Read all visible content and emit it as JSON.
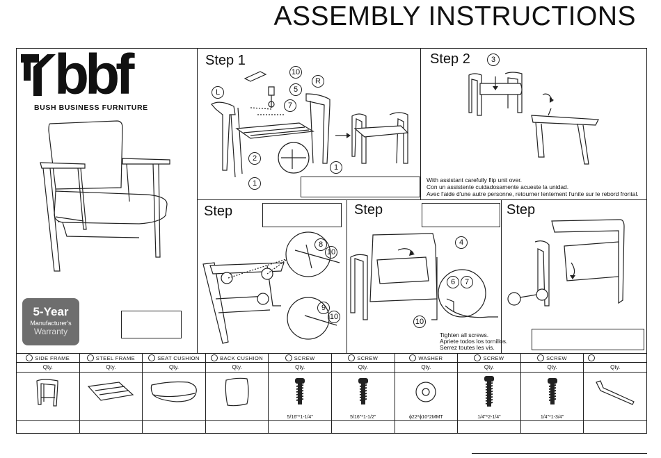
{
  "title": "ASSEMBLY INSTRUCTIONS",
  "brand": {
    "logo_text": "bbf",
    "name": "BUSH BUSINESS FURNITURE"
  },
  "warranty": {
    "years": "5-Year",
    "line1": "Manufacturer's",
    "line2": "Warranty"
  },
  "steps": {
    "step1": "Step 1",
    "step2": "Step 2",
    "step3": "Step",
    "step4": "Step",
    "step5": "Step"
  },
  "notes": {
    "flip_en": "With assistant carefully flip unit over.",
    "flip_es": "Con un assistente cuidadosamente acueste la unidad.",
    "flip_fr": "Avec l'aide d'une autre personne, retourner lentement l'unite sur le rebord frontal.",
    "tighten_en": "Tighten all screws.",
    "tighten_es": "Apriete todos los tornillos.",
    "tighten_fr": "Serrez toutes les vis."
  },
  "callouts": [
    "10",
    "5",
    "7",
    "L",
    "R",
    "2",
    "1",
    "1",
    "3",
    "8",
    "10",
    "9",
    "10",
    "4",
    "6",
    "7",
    "10"
  ],
  "parts": [
    {
      "name": "SIDE FRAME",
      "qty": "Qty.",
      "size": "",
      "icon": "side-frame-icon"
    },
    {
      "name": "STEEL FRAME",
      "qty": "Qty.",
      "size": "",
      "icon": "steel-frame-icon"
    },
    {
      "name": "SEAT CUSHION",
      "qty": "Qty.",
      "size": "",
      "icon": "seat-cushion-icon"
    },
    {
      "name": "BACK CUSHION",
      "qty": "Qty.",
      "size": "",
      "icon": "back-cushion-icon"
    },
    {
      "name": "SCREW",
      "qty": "Qty.",
      "size": "5/16\"*1-1/4\"",
      "icon": "screw-icon"
    },
    {
      "name": "SCREW",
      "qty": "Qty.",
      "size": "5/16\"*1-1/2\"",
      "icon": "screw-icon"
    },
    {
      "name": "WASHER",
      "qty": "Qty.",
      "size": "ϕ22*ϕ10*2MMT",
      "icon": "washer-icon"
    },
    {
      "name": "SCREW",
      "qty": "Qty.",
      "size": "1/4\"*2-1/4\"",
      "icon": "screw-icon"
    },
    {
      "name": "SCREW",
      "qty": "Qty.",
      "size": "1/4\"*1-3/4\"",
      "icon": "screw-icon"
    },
    {
      "name": "",
      "qty": "Qty.",
      "size": "",
      "icon": "allen-key-icon"
    }
  ]
}
